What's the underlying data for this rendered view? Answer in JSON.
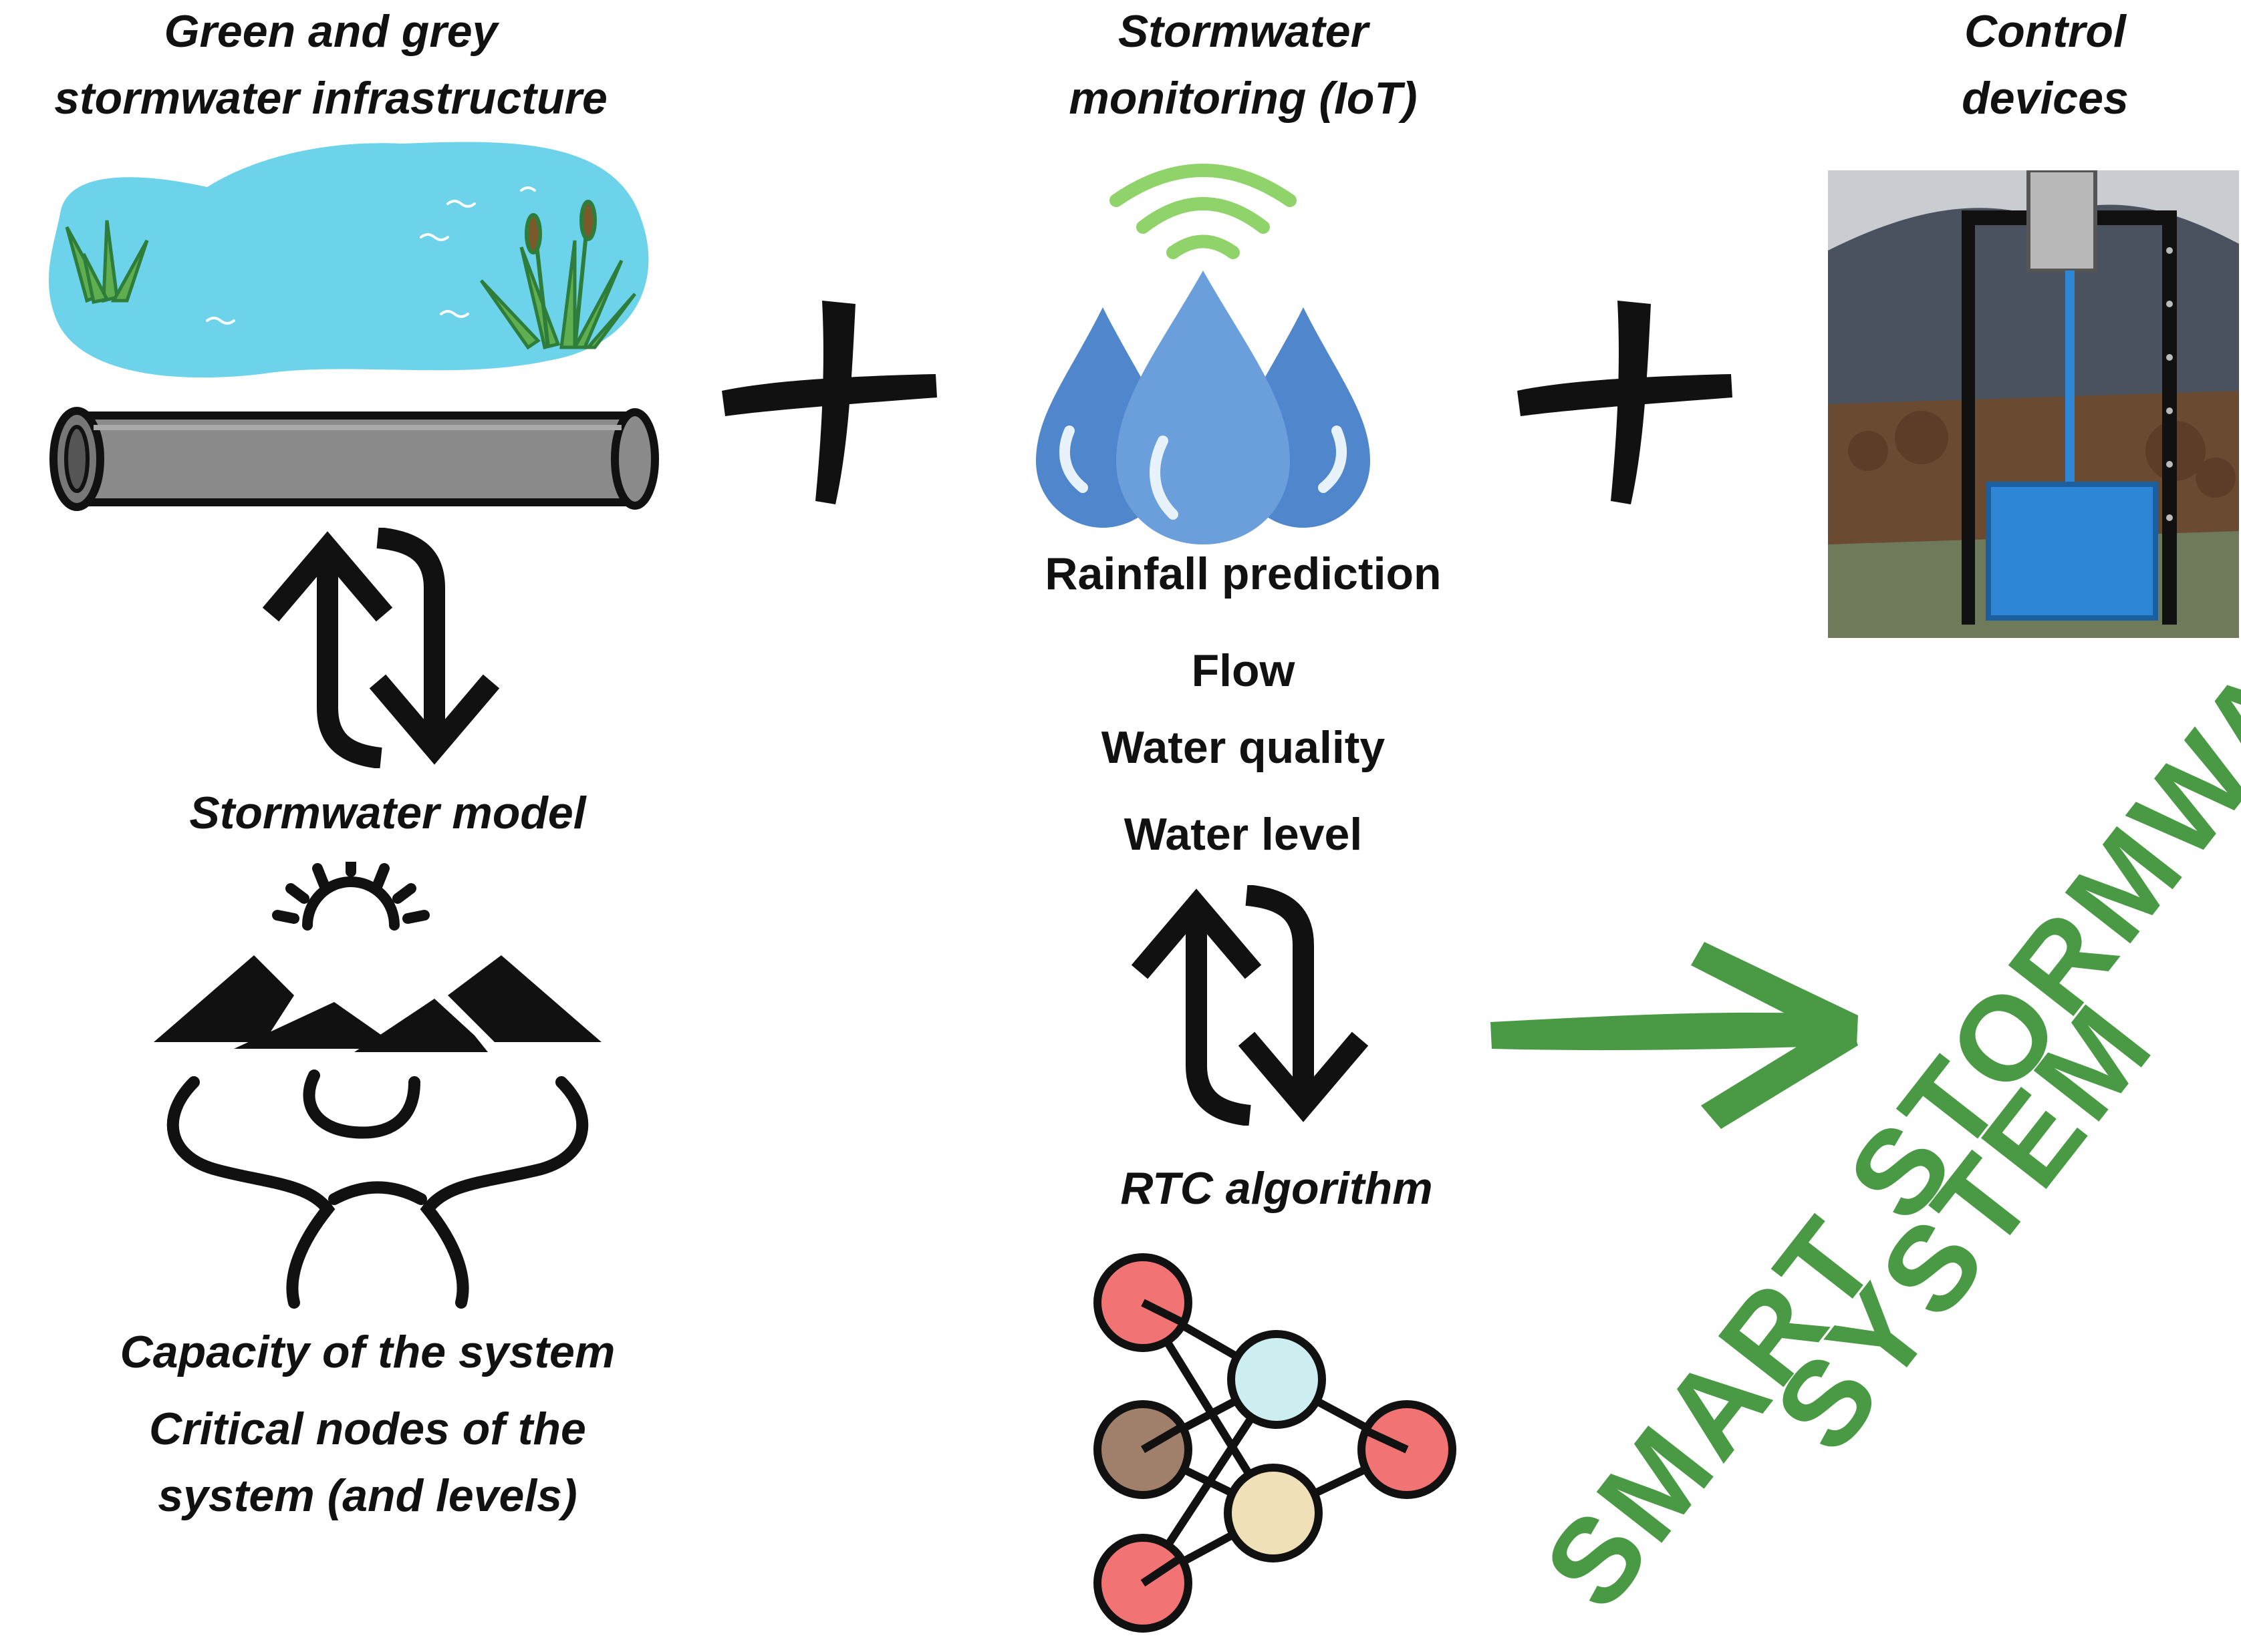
{
  "infrastructure": {
    "title_line1": "Green and grey",
    "title_line2": "stormwater infrastructure"
  },
  "monitoring": {
    "title_line1": "Stormwater",
    "title_line2": "monitoring (IoT)",
    "rainfall": "Rainfall prediction",
    "metrics": [
      "Flow",
      "Water quality",
      "Water level"
    ]
  },
  "control": {
    "title_line1": "Control",
    "title_line2": "devices"
  },
  "model": {
    "title": "Stormwater model",
    "capacity": "Capacity of the system",
    "critical_line1": "Critical nodes of the",
    "critical_line2": "system (and levels)"
  },
  "rtc": {
    "title": "RTC algorithm"
  },
  "result": {
    "line1": "SMART STORMWATER",
    "line2": "SYSTEM",
    "color": "#4a9a45"
  },
  "colors": {
    "water": "#6dd3ea",
    "pipe": "#8a8a8a",
    "drop": "#6a9fdc",
    "wifi": "#8fd36a",
    "node_red": "#f27373",
    "node_cyan": "#cdeef0",
    "node_brown": "#a0806a",
    "node_cream": "#efe0b8",
    "gate_blue": "#2e86d6"
  },
  "icons": [
    "pond-icon",
    "pipe-icon",
    "plus-icon",
    "water-drops-icon",
    "wifi-icon",
    "gate-photo",
    "exchange-arrows-icon",
    "watershed-icon",
    "neural-network-icon",
    "green-arrow-icon"
  ]
}
